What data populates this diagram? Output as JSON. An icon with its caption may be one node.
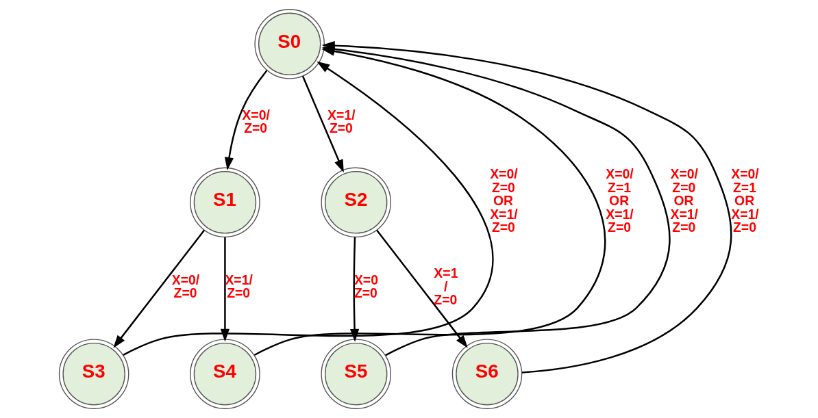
{
  "diagram": {
    "nodes": [
      {
        "text": [
          "S0"
        ]
      },
      {
        "text": [
          "S1"
        ]
      },
      {
        "text": [
          "S2"
        ]
      },
      {
        "text": [
          "S3"
        ]
      },
      {
        "text": [
          "S4"
        ]
      },
      {
        "text": [
          "S5"
        ]
      },
      {
        "text": [
          "S6"
        ]
      }
    ],
    "edges": [
      {
        "from": 0,
        "to": 1,
        "arrow": "to",
        "label": "X=0/ Z=0"
      },
      {
        "from": 0,
        "to": 2,
        "arrow": "to",
        "label": "X=1/ Z=0"
      },
      {
        "from": 1,
        "to": 3,
        "arrow": "to",
        "label": "X=0/ Z=0"
      },
      {
        "from": 1,
        "to": 4,
        "arrow": "to",
        "label": "X=1/ Z=0"
      },
      {
        "from": 2,
        "to": 5,
        "arrow": "to",
        "label": "X=0 Z=0"
      },
      {
        "from": 2,
        "to": 6,
        "arrow": "to",
        "label": "X=1 / Z=0"
      },
      {
        "from": 3,
        "to": 0,
        "arrow": "to",
        "label": "X=0/ Z=0 OR X=1/ Z=0"
      },
      {
        "from": 4,
        "to": 0,
        "arrow": "to",
        "label": "X=0/ Z=1 OR X=1/ Z=0"
      },
      {
        "from": 5,
        "to": 0,
        "arrow": "to",
        "label": "X=0/ Z=0 OR X=1/ Z=0"
      },
      {
        "from": 6,
        "to": 0,
        "arrow": "to",
        "label": "X=0/ Z=1 OR X=1/ Z=0"
      }
    ]
  }
}
